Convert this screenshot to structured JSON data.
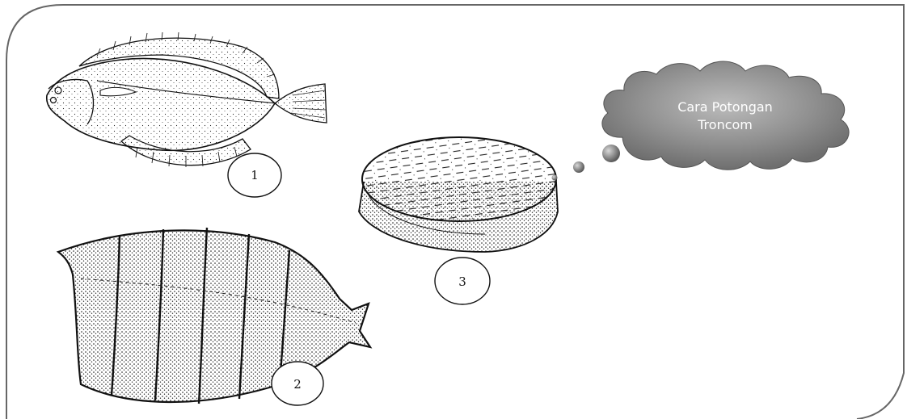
{
  "cloud": {
    "line1": "Cara Potongan",
    "line2": "Troncom"
  },
  "labels": {
    "one": "1",
    "two": "2",
    "three": "3"
  }
}
